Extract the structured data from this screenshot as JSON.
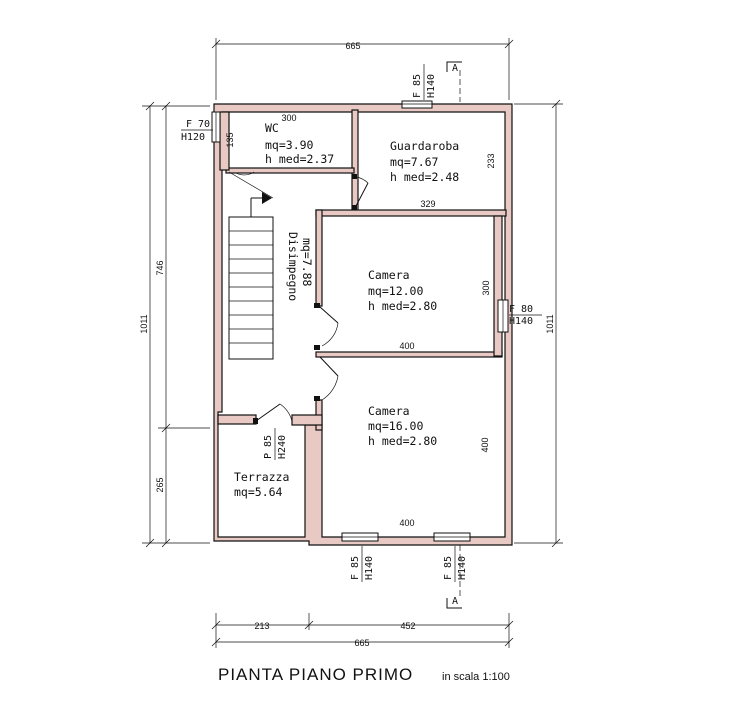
{
  "plan": {
    "title": "PIANTA  PIANO  PRIMO",
    "scale_text": "in scala 1:100"
  },
  "rooms": {
    "wc": {
      "name": "WC",
      "area": "mq=3.90",
      "height": "h  med=2.37"
    },
    "guardaroba": {
      "name": "Guardaroba",
      "area": "mq=7.67",
      "height": "h  med=2.48"
    },
    "disimpegno": {
      "name": "Disimpegno",
      "area": "mq=7.88"
    },
    "camera1": {
      "name": "Camera",
      "area": "mq=12.00",
      "height": "h  med=2.80"
    },
    "camera2": {
      "name": "Camera",
      "area": "mq=16.00",
      "height": "h  med=2.80"
    },
    "terrazza": {
      "name": "Terrazza",
      "area": "mq=5.64"
    }
  },
  "openings": {
    "wc_window": {
      "f": "F  70",
      "h": "H120"
    },
    "top_window": {
      "f": "F 85",
      "h": "H140"
    },
    "right_window": {
      "f": "F  80",
      "h": "H140"
    },
    "terrace_door": {
      "f": "P 85",
      "h": "H240"
    },
    "bottom_window_left": {
      "f": "F 85",
      "h": "H140"
    },
    "bottom_window_right": {
      "f": "F 85",
      "h": "H140"
    }
  },
  "dimensions": {
    "top_total": "665",
    "bottom_left": "213",
    "bottom_right": "452",
    "bottom_total": "665",
    "left_total": "1011",
    "left_upper": "746",
    "left_lower": "265",
    "right_total": "1011",
    "wc_width": "300",
    "wc_height": "135",
    "guardaroba_height": "233",
    "guardaroba_width": "329",
    "camera1_height": "300",
    "camera1_width": "400",
    "camera2_height": "400",
    "camera2_width": "400"
  },
  "section_marks": {
    "top": "A",
    "bottom": "A"
  }
}
